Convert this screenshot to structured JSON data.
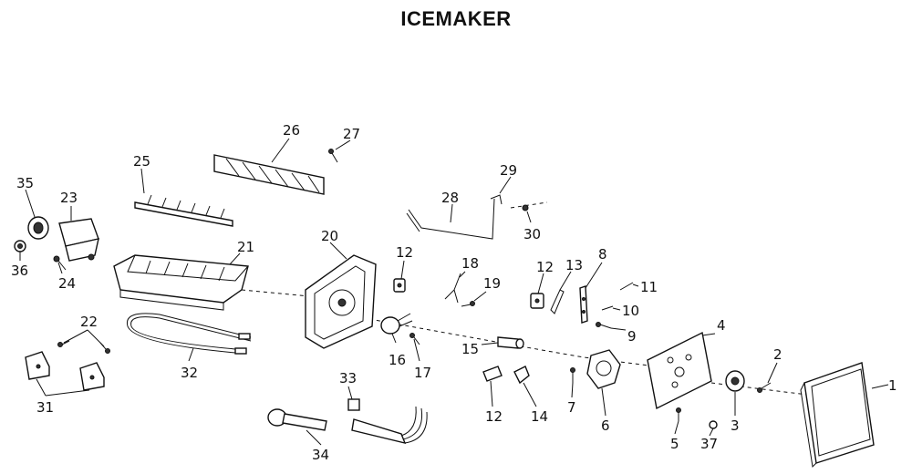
{
  "title": "ICEMAKER",
  "callouts": [
    "1",
    "2",
    "3",
    "4",
    "5",
    "6",
    "7",
    "8",
    "9",
    "10",
    "11",
    "12",
    "12",
    "12",
    "12",
    "13",
    "14",
    "15",
    "16",
    "17",
    "18",
    "19",
    "20",
    "21",
    "22",
    "23",
    "24",
    "25",
    "26",
    "27",
    "28",
    "29",
    "30",
    "31",
    "32",
    "33",
    "34",
    "35",
    "36",
    "37"
  ]
}
